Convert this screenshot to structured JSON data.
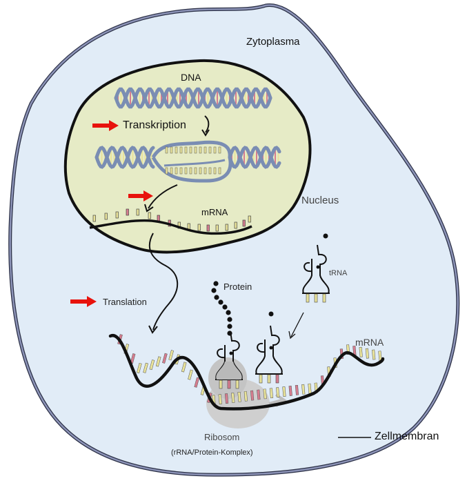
{
  "title": "Protein biosynthesis: Transcription and Translation",
  "colors": {
    "cytoplasm": "#e1ecf7",
    "membrane_outer": "#2a2f45",
    "membrane_inner": "#8d94b8",
    "nucleus": "#e6ebc6",
    "dna_backbone": "#7a8db3",
    "base_yellow": "#e9e39a",
    "base_pink": "#d67d8f",
    "ribosome": "#c8c8c8",
    "arrow_red": "#e8120c",
    "ink": "#111111"
  },
  "labels": {
    "cytoplasm": "Zytoplasma",
    "dna": "DNA",
    "transcription": "Transkription",
    "mrna_nucleus": "mRNA",
    "nucleus": "Nucleus",
    "trna": "tRNA",
    "protein": "Protein",
    "translation": "Translation",
    "mrna_cytoplasm": "mRNA",
    "ribosome": "Ribosom",
    "ribosome_detail": "(rRNA/Protein-Komplex)",
    "membrane": "Zellmembran"
  },
  "icons": {
    "step_marker": "red-arrow-right"
  }
}
